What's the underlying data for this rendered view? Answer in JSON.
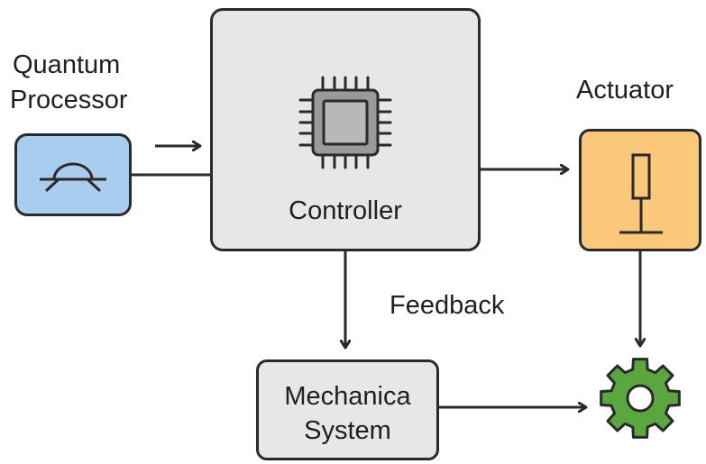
{
  "labels": {
    "quantum_processor_line1": "Quantum",
    "quantum_processor_line2": "Processor",
    "actuator": "Actuator",
    "feedback": "Feedback"
  },
  "nodes": {
    "controller": "Controller",
    "mechanical_line1": "Mechanica",
    "mechanical_line2": "System"
  },
  "icons": {
    "processor": "qubit-icon",
    "controller": "cpu-chip-icon",
    "actuator": "actuator-piston-icon",
    "output": "gear-icon"
  },
  "colors": {
    "processor_fill": "#a9cdef",
    "controller_fill": "#e7e7e7",
    "actuator_fill": "#fbc77b",
    "mechanical_fill": "#e7e7e7",
    "gear_fill": "#5aa73f",
    "stroke": "#2a2a2a"
  }
}
